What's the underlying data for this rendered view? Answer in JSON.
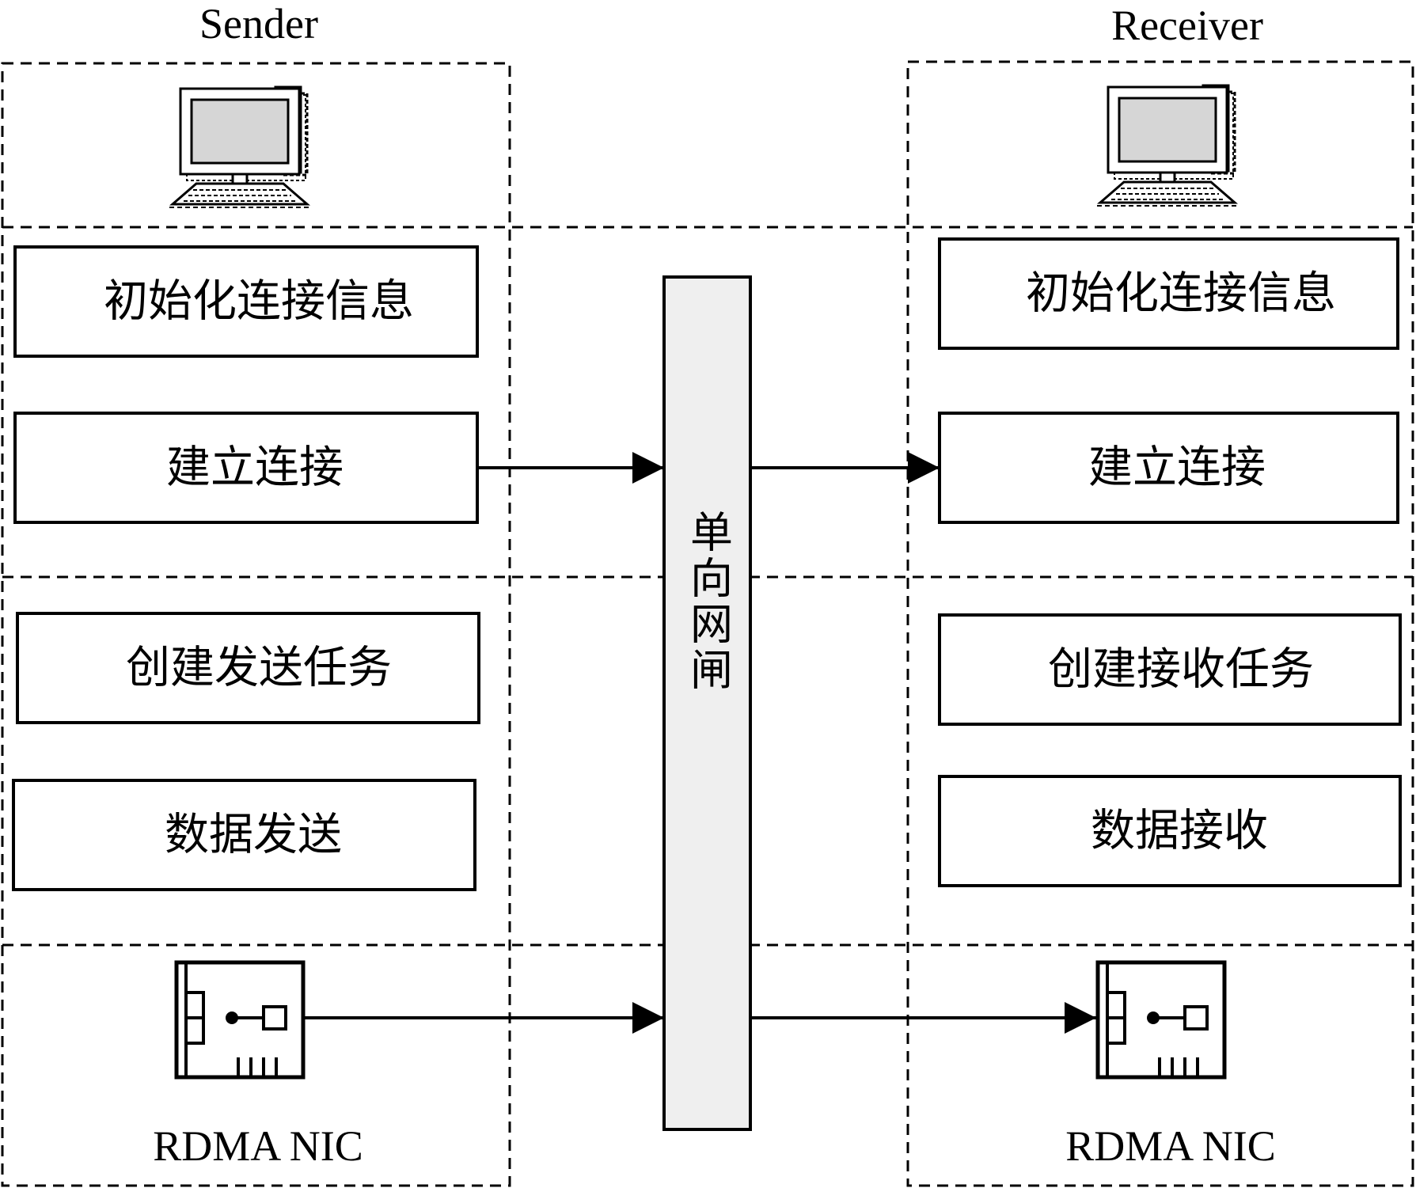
{
  "sender": {
    "title": "Sender",
    "steps": [
      "初始化连接信息",
      "建立连接",
      "创建发送任务",
      "数据发送"
    ],
    "nic_label": "RDMA NIC"
  },
  "receiver": {
    "title": "Receiver",
    "steps": [
      "初始化连接信息",
      "建立连接",
      "创建接收任务",
      "数据接收"
    ],
    "nic_label": "RDMA NIC"
  },
  "gateway": {
    "label": "单向网闸"
  },
  "icons": {
    "host": "desktop-computer-icon",
    "nic": "network-card-icon"
  },
  "colors": {
    "line": "#000000",
    "gateway_fill": "#efefef",
    "screen_fill": "#d6d6d6",
    "background": "#ffffff"
  }
}
